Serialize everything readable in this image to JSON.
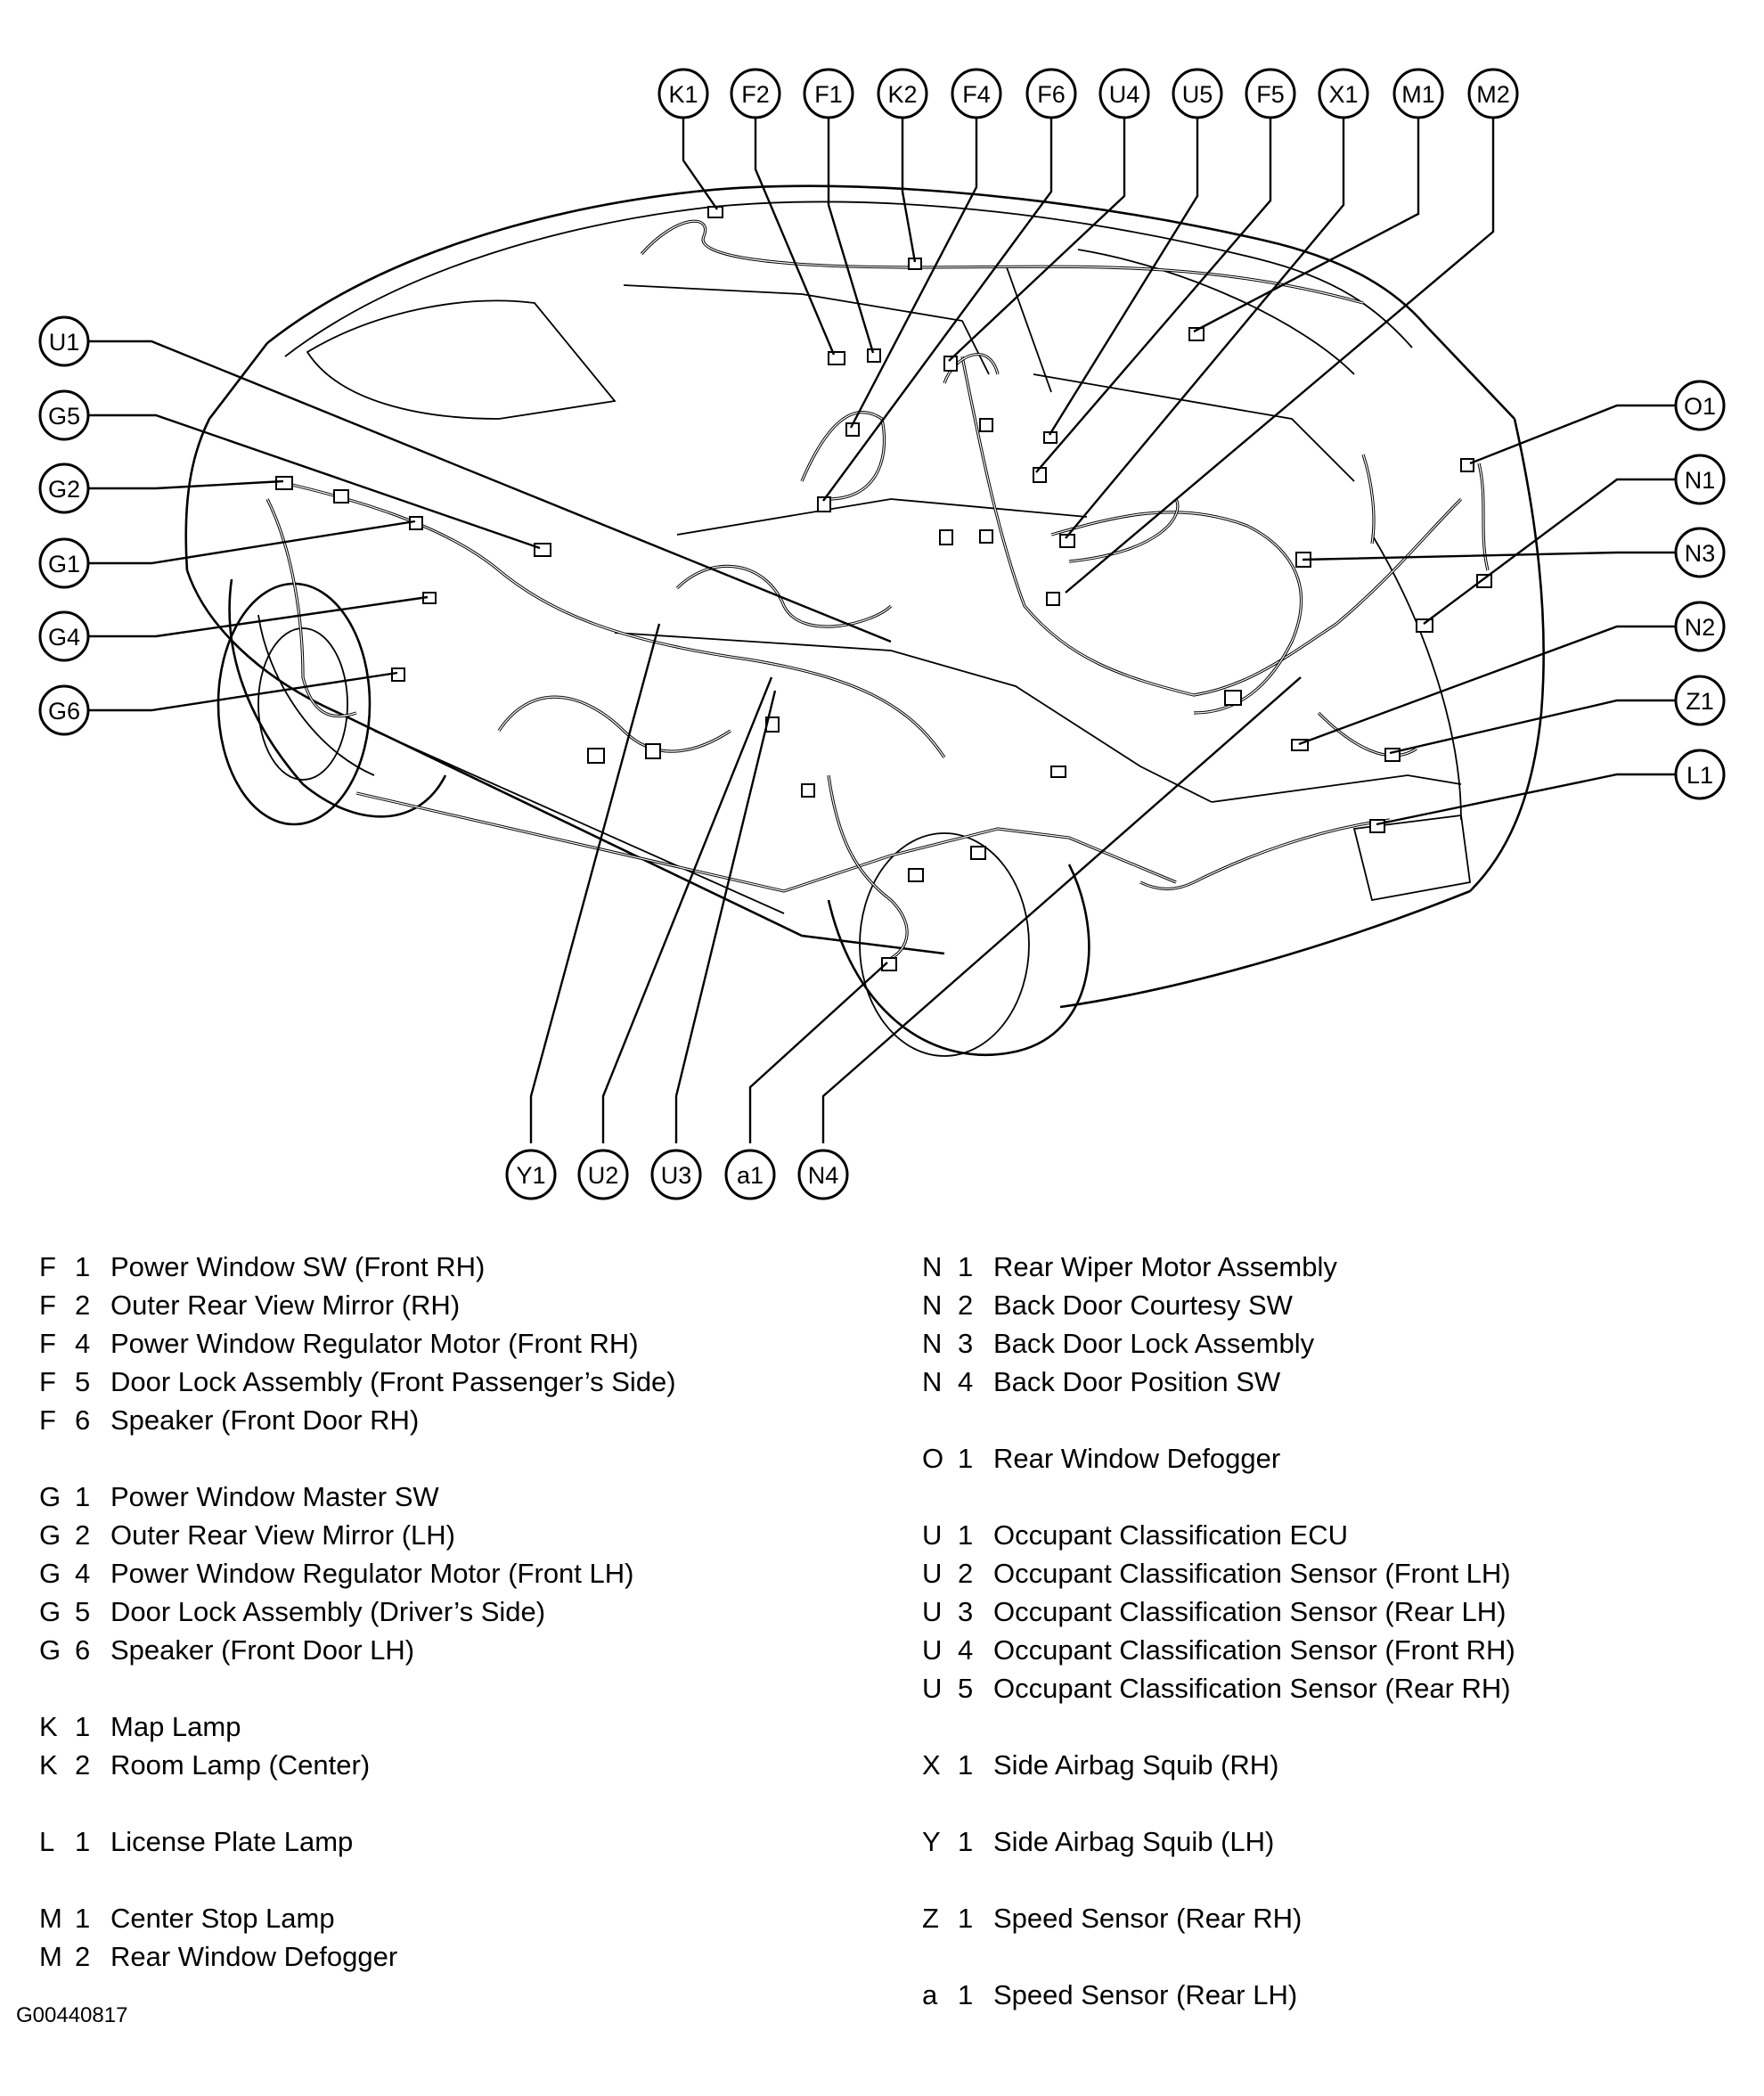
{
  "callouts": {
    "top": [
      "K1",
      "F2",
      "F1",
      "K2",
      "F4",
      "F6",
      "U4",
      "U5",
      "F5",
      "X1",
      "M1",
      "M2"
    ],
    "left": [
      "U1",
      "G5",
      "G2",
      "G1",
      "G4",
      "G6"
    ],
    "right": [
      "O1",
      "N1",
      "N3",
      "N2",
      "Z1",
      "L1"
    ],
    "bottom": [
      "Y1",
      "U2",
      "U3",
      "a1",
      "N4"
    ]
  },
  "legend": {
    "left": [
      {
        "letter": "F",
        "number": "1",
        "desc": "Power Window SW (Front RH)"
      },
      {
        "letter": "F",
        "number": "2",
        "desc": "Outer Rear View Mirror (RH)"
      },
      {
        "letter": "F",
        "number": "4",
        "desc": "Power Window Regulator Motor (Front RH)"
      },
      {
        "letter": "F",
        "number": "5",
        "desc": "Door Lock Assembly (Front Passenger’s Side)"
      },
      {
        "letter": "F",
        "number": "6",
        "desc": "Speaker (Front Door RH)"
      },
      null,
      {
        "letter": "G",
        "number": "1",
        "desc": "Power Window Master SW"
      },
      {
        "letter": "G",
        "number": "2",
        "desc": "Outer Rear View Mirror (LH)"
      },
      {
        "letter": "G",
        "number": "4",
        "desc": "Power Window Regulator Motor (Front LH)"
      },
      {
        "letter": "G",
        "number": "5",
        "desc": "Door Lock Assembly (Driver’s Side)"
      },
      {
        "letter": "G",
        "number": "6",
        "desc": "Speaker (Front Door LH)"
      },
      null,
      {
        "letter": "K",
        "number": "1",
        "desc": "Map Lamp"
      },
      {
        "letter": "K",
        "number": "2",
        "desc": "Room Lamp (Center)"
      },
      null,
      {
        "letter": "L",
        "number": "1",
        "desc": "License Plate Lamp"
      },
      null,
      {
        "letter": "M",
        "number": "1",
        "desc": "Center Stop Lamp"
      },
      {
        "letter": "M",
        "number": "2",
        "desc": "Rear Window Defogger"
      }
    ],
    "right": [
      {
        "letter": "N",
        "number": "1",
        "desc": "Rear Wiper Motor Assembly"
      },
      {
        "letter": "N",
        "number": "2",
        "desc": "Back Door Courtesy SW"
      },
      {
        "letter": "N",
        "number": "3",
        "desc": "Back Door Lock Assembly"
      },
      {
        "letter": "N",
        "number": "4",
        "desc": "Back Door Position SW"
      },
      null,
      {
        "letter": "O",
        "number": "1",
        "desc": "Rear Window Defogger"
      },
      null,
      {
        "letter": "U",
        "number": "1",
        "desc": "Occupant Classification ECU"
      },
      {
        "letter": "U",
        "number": "2",
        "desc": "Occupant Classification Sensor (Front LH)"
      },
      {
        "letter": "U",
        "number": "3",
        "desc": "Occupant Classification Sensor (Rear LH)"
      },
      {
        "letter": "U",
        "number": "4",
        "desc": "Occupant Classification Sensor (Front RH)"
      },
      {
        "letter": "U",
        "number": "5",
        "desc": "Occupant Classification Sensor (Rear RH)"
      },
      null,
      {
        "letter": "X",
        "number": "1",
        "desc": "Side Airbag Squib (RH)"
      },
      null,
      {
        "letter": "Y",
        "number": "1",
        "desc": "Side Airbag Squib (LH)"
      },
      null,
      {
        "letter": "Z",
        "number": "1",
        "desc": "Speed Sensor (Rear RH)"
      },
      null,
      {
        "letter": "a",
        "number": "1",
        "desc": "Speed Sensor (Rear LH)"
      }
    ]
  },
  "figure_code": "G00440817"
}
